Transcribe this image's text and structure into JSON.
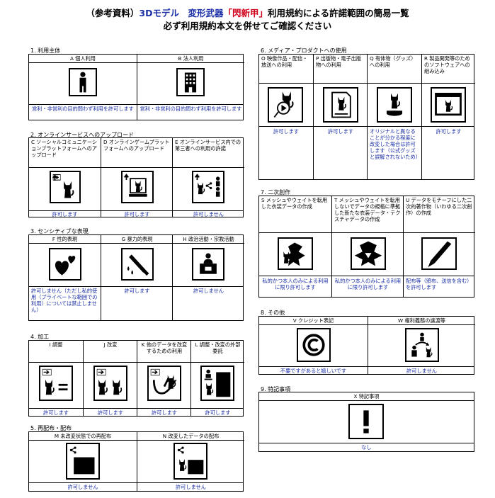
{
  "title": {
    "line1_prefix": "（参考資料）",
    "line1_hl1": "3Dモデル　変形武器",
    "line1_red": "「閃新甲」",
    "line1_rest": "利用規約による許諾範囲の簡易一覧",
    "line2": "必ず利用規約本文を併せてご確認ください"
  },
  "sections": {
    "s1": {
      "title": "1. 利用主体",
      "items": [
        {
          "label": "A 個人利用",
          "status": "営利・非営利の目的問わず利用を許可します",
          "icon": "person-icon"
        },
        {
          "label": "B 法人利用",
          "status": "営利・非営利の目的問わず利用を許可します",
          "icon": "building-icon"
        }
      ]
    },
    "s2": {
      "title": "2. オンラインサービスへのアップロード",
      "items": [
        {
          "label": "C ソーシャルコミュニケーションプラットフォームへのアップロード",
          "status": "許可します",
          "icon": "upload-cat-icon"
        },
        {
          "label": "D オンラインゲームプラットフォームへのアップロード",
          "status": "許可します",
          "icon": "game-upload-icon"
        },
        {
          "label": "E オンラインサービス内での第三者への利用の許諾",
          "status": "許可しません",
          "icon": "share-third-party-icon"
        }
      ]
    },
    "s3": {
      "title": "3. センシティブな表現",
      "items": [
        {
          "label": "F 性的表現",
          "status": "許可しません（ただし私的使用（プライベートな範囲での利用）については禁止しません）",
          "icon": "heart-icon"
        },
        {
          "label": "G 暴力的表現",
          "status": "許可します",
          "icon": "knife-icon"
        },
        {
          "label": "H 政治活動・宗教活動",
          "status": "許可しません",
          "icon": "speaker-icon"
        }
      ]
    },
    "s4": {
      "title": "4. 加工",
      "items": [
        {
          "label": "I 調整",
          "status": "許可します",
          "icon": "adjust-icon"
        },
        {
          "label": "J 改変",
          "status": "許可します",
          "icon": "modify-icon"
        },
        {
          "label": "K 他のデータを改変するための利用",
          "status": "許可します",
          "icon": "modify-other-icon"
        },
        {
          "label": "L 調整・改変の外部委託",
          "status": "許可します",
          "icon": "outsource-icon"
        }
      ]
    },
    "s5": {
      "title": "5. 再配布・配布",
      "items": [
        {
          "label": "M 未改変状態での再配布",
          "status": "許可しません",
          "icon": "redistribute-icon"
        },
        {
          "label": "N 改変したデータの配布",
          "status": "許可しません",
          "icon": "distribute-modified-icon"
        }
      ]
    },
    "s6": {
      "title": "6. メディア・プロダクトへの使用",
      "items": [
        {
          "label": "O 映像作品・配信・放送への利用",
          "status": "許可します",
          "icon": "video-icon"
        },
        {
          "label": "P 出版物・電子出版物への利用",
          "status": "許可します",
          "icon": "publication-icon"
        },
        {
          "label": "Q 有体物（グッズ）への利用",
          "status": "オリジナルと異なることが分かる程度に改変した場合は許可します（公式グッズと誤解されないため）",
          "icon": "goods-icon"
        },
        {
          "label": "R 製品開発等のためのソフトウェアへの組み込み",
          "status": "許可します",
          "icon": "software-icon"
        }
      ]
    },
    "s7": {
      "title": "7. 二次創作",
      "items": [
        {
          "label": "S メッシュやウェイトを転用した衣装データの作成",
          "status": "私的かつ本人のみによる利用に限り許可します",
          "icon": "costume-icon"
        },
        {
          "label": "T メッシュやウェイトを転用しないでデータの規格に準拠した新たな衣装データ・テクスチャデータの作成",
          "status": "私的かつ本人のみによる利用に限り許可します",
          "icon": "texture-icon"
        },
        {
          "label": "U データをモチーフにした二次的著作物（いわゆる二次創作）の作成",
          "status": "配布等（頒布、送信を含む）を許可します",
          "icon": "pen-icon"
        }
      ]
    },
    "s8": {
      "title": "8. その他",
      "items": [
        {
          "label": "V クレジット表記",
          "status": "不要ですがあると嬉しいです",
          "icon": "copyright-icon"
        },
        {
          "label": "W 権利義務の譲渡等",
          "status": "許可しません",
          "icon": "transfer-icon"
        }
      ]
    },
    "s9": {
      "title": "9. 特記事項",
      "items": [
        {
          "label": "X 特記事項",
          "status": "なし",
          "icon": "exclamation-icon"
        }
      ]
    }
  }
}
